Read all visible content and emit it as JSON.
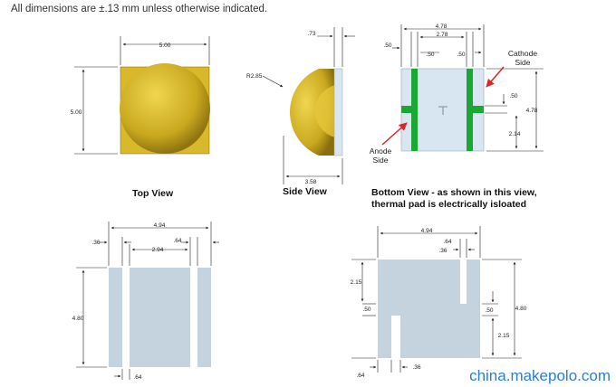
{
  "header": {
    "note": "All dimensions are ±.13 mm unless otherwise indicated."
  },
  "captions": {
    "top_view": "Top View",
    "side_view": "Side View",
    "bottom_view_line1": "Bottom View - as shown in this view,",
    "bottom_view_line2": "thermal pad is electrically isloated"
  },
  "top_view": {
    "width": "5.00",
    "height": "5.00"
  },
  "side_view": {
    "thickness": ".73",
    "radius": "R2.85",
    "height": "3.58"
  },
  "bottom_view": {
    "width": "4.78",
    "inner": "2.78",
    "left": ".50",
    "mid": ".50",
    "right": ".50",
    "pad_offset": ".50",
    "height": "4.78",
    "lower": "2.14",
    "cathode_line1": "Cathode",
    "cathode_line2": "Side",
    "anode_line1": "Anode",
    "anode_line2": "Side"
  },
  "footprint_a": {
    "width": "4.94",
    "left": ".36",
    "right": ".64",
    "inner": "2.94",
    "height": "4.80",
    "gap": ".64"
  },
  "footprint_b": {
    "width": "4.94",
    "top_gap": ".64",
    "top_gap2": ".36",
    "upper": "2.15",
    "left_notch": ".50",
    "right_notch": ".50",
    "height": "4.80",
    "lower": "2.15",
    "bottom_left": ".64",
    "bottom_gap": ".36"
  },
  "watermark": "china.makepolo.com",
  "colors": {
    "dome": "#c9a81e",
    "pad": "#c5d3de",
    "green": "#1aa832",
    "lens": "#d8e6f2"
  }
}
